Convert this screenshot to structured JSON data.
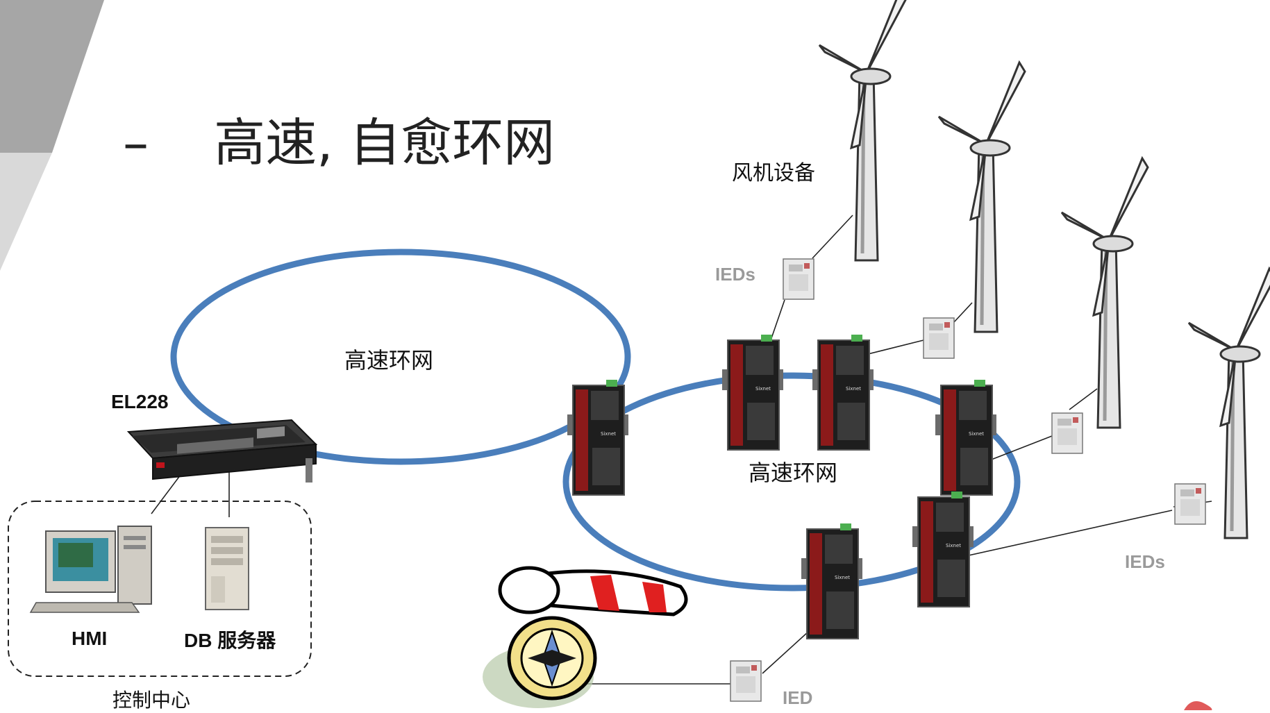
{
  "title": {
    "dash": "–",
    "text": "高速, 自愈环网"
  },
  "labels": {
    "ring_left": "高速环网",
    "ring_right": "高速环网",
    "wind_equipment": "风机设备",
    "ieds_top": "IEDs",
    "ieds_right": "IEDs",
    "ied_bottom": "IED",
    "switch_model": "EL228",
    "hmi": "HMI",
    "db_server": "DB 服务器",
    "control_center": "控制中心"
  },
  "colors": {
    "ring": "#4a7ebb",
    "accent_red": "#c0141c",
    "slide_grey": "#a6a6a6",
    "slide_grey_light": "#d9d9d9"
  },
  "icons": {
    "wind_turbine": "wind-turbine-icon",
    "ied": "ied-device-icon",
    "switch": "industrial-switch-icon",
    "rack_switch": "rack-switch-icon",
    "pc": "computer-icon",
    "server": "server-icon",
    "compass": "compass-telescope-icon"
  }
}
